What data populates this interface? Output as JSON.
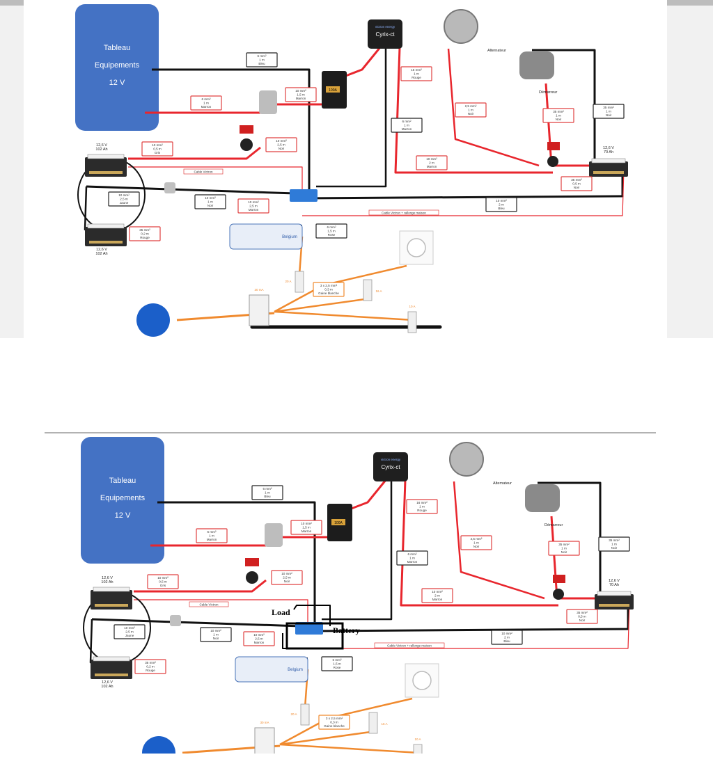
{
  "colors": {
    "panel_blue": "#4472c4",
    "wire_red": "#e8262d",
    "wire_black": "#111111",
    "wire_orange": "#f08a2e",
    "label_border_red": "#e04040",
    "label_border_black": "#222222"
  },
  "diagram": {
    "panel": {
      "line1": "Tableau",
      "line2": "Equipements",
      "line3": "12 V"
    },
    "cyrix": {
      "brand": "victron energy",
      "name": "Cyrix-ct"
    },
    "alternator_label": "Alternateur",
    "starter_label": "Démarreur",
    "battery_main_1": {
      "v": "12,6 V",
      "ah": "102 Ah"
    },
    "battery_main_2": {
      "v": "12,6 V",
      "ah": "102 Ah"
    },
    "battery_engine": {
      "v": "12,6 V",
      "ah": "70 Ah"
    },
    "charger_brand": "Belgium",
    "fuse_label": "100A",
    "breaker_30ma": "30 mA",
    "breaker_20a": "20 A",
    "breaker_16a": "16 A",
    "breaker_10a": "10 A",
    "labels": {
      "w6_bleu": [
        "6 mm²",
        "1 m",
        "Bleu"
      ],
      "w6_marron": [
        "6 mm²",
        "1 m",
        "Marron"
      ],
      "w10_15_marron": [
        "10 mm²",
        "1,5 m",
        "Marron"
      ],
      "w16_rouge": [
        "16 mm²",
        "1 m",
        "Rouge"
      ],
      "w6_marron2": [
        "6 mm²",
        "1 m",
        "Marron"
      ],
      "w25_noir": [
        "2,5 mm²",
        "1 m",
        "Noir"
      ],
      "w35_noir1": [
        "35 mm²",
        "1 m",
        "Noir"
      ],
      "w35_noir2": [
        "35 mm²",
        "1 m",
        "Noir"
      ],
      "w10_gris": [
        "10 mm²",
        "0,5 m",
        "Gris"
      ],
      "w10_noir": [
        "10 mm²",
        "2,5 m",
        "Noir"
      ],
      "w10_marron2": [
        "10 mm²",
        "2 m",
        "Marron"
      ],
      "w35_05_noir": [
        "35 mm²",
        "0,5 m",
        "Noir"
      ],
      "w10_jaune": [
        "10 mm²",
        "2,5 m",
        "Jaune"
      ],
      "w10_1_noir": [
        "10 mm²",
        "1 m",
        "Noir"
      ],
      "w10_25_marron": [
        "10 mm²",
        "2,5 m",
        "Marron"
      ],
      "w10_2_bleu": [
        "10 mm²",
        "2 m",
        "Bleu"
      ],
      "w35_rouge": [
        "35 mm²",
        "0,2 m",
        "Rouge"
      ],
      "w6_rose": [
        "6 mm²",
        "1,5 m",
        "Rose"
      ],
      "w3x25": [
        "3 x 2,5 mm²",
        "0,3 m",
        "Gaine blanche"
      ]
    },
    "cable_victron": "Cable Victron",
    "cable_victron_rallonge": "Cable Victron + rallonge maison"
  },
  "annotations": {
    "load": "Load",
    "battery": "Battery"
  }
}
